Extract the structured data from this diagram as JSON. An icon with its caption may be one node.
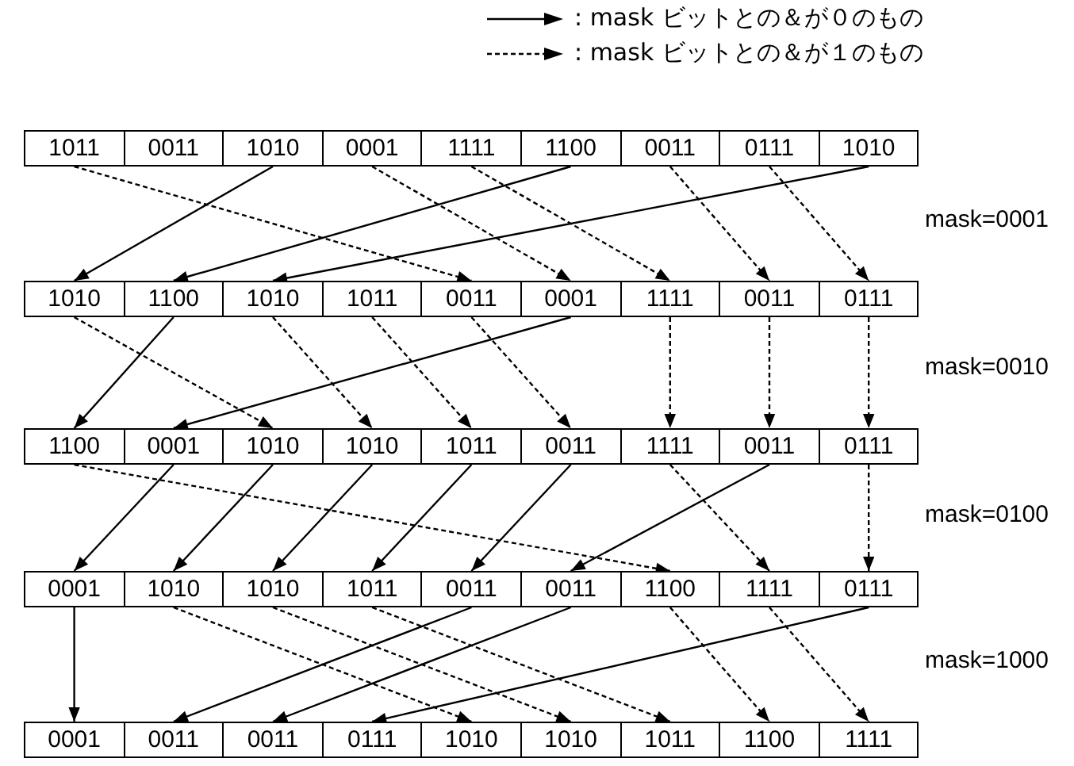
{
  "diagram": {
    "nodes": [
      {
        "text": [
          "1011"
        ]
      },
      {
        "text": [
          "0011"
        ]
      },
      {
        "text": [
          "1010"
        ]
      },
      {
        "text": [
          "0001"
        ]
      },
      {
        "text": [
          "1111"
        ]
      },
      {
        "text": [
          "1100"
        ]
      },
      {
        "text": [
          "0011"
        ]
      },
      {
        "text": [
          "0111"
        ]
      },
      {
        "text": [
          "1010"
        ]
      },
      {
        "text": [
          "1010"
        ]
      },
      {
        "text": [
          "1100"
        ]
      },
      {
        "text": [
          "1010"
        ]
      },
      {
        "text": [
          "1011"
        ]
      },
      {
        "text": [
          "0011"
        ]
      },
      {
        "text": [
          "0001"
        ]
      },
      {
        "text": [
          "1111"
        ]
      },
      {
        "text": [
          "0011"
        ]
      },
      {
        "text": [
          "0111"
        ]
      },
      {
        "text": [
          "1100"
        ]
      },
      {
        "text": [
          "0001"
        ]
      },
      {
        "text": [
          "1010"
        ]
      },
      {
        "text": [
          "1010"
        ]
      },
      {
        "text": [
          "1011"
        ]
      },
      {
        "text": [
          "0011"
        ]
      },
      {
        "text": [
          "1111"
        ]
      },
      {
        "text": [
          "0011"
        ]
      },
      {
        "text": [
          "0111"
        ]
      },
      {
        "text": [
          "0001"
        ]
      },
      {
        "text": [
          "1010"
        ]
      },
      {
        "text": [
          "1010"
        ]
      },
      {
        "text": [
          "1011"
        ]
      },
      {
        "text": [
          "0011"
        ]
      },
      {
        "text": [
          "0011"
        ]
      },
      {
        "text": [
          "1100"
        ]
      },
      {
        "text": [
          "1111"
        ]
      },
      {
        "text": [
          "0111"
        ]
      },
      {
        "text": [
          "0001"
        ]
      },
      {
        "text": [
          "0011"
        ]
      },
      {
        "text": [
          "0011"
        ]
      },
      {
        "text": [
          "0111"
        ]
      },
      {
        "text": [
          "1010"
        ]
      },
      {
        "text": [
          "1010"
        ]
      },
      {
        "text": [
          "1011"
        ]
      },
      {
        "text": [
          "1100"
        ]
      },
      {
        "text": [
          "1111"
        ]
      }
    ],
    "edges": [
      {
        "from": 0,
        "to": 13,
        "arrow": "to",
        "style": "dashed"
      },
      {
        "from": 2,
        "to": 9,
        "arrow": "to"
      },
      {
        "from": 3,
        "to": 14,
        "arrow": "to",
        "style": "dashed"
      },
      {
        "from": 4,
        "to": 15,
        "arrow": "to",
        "style": "dashed"
      },
      {
        "from": 5,
        "to": 10,
        "arrow": "to"
      },
      {
        "from": 6,
        "to": 16,
        "arrow": "to",
        "style": "dashed"
      },
      {
        "from": 7,
        "to": 17,
        "arrow": "to",
        "style": "dashed"
      },
      {
        "from": 8,
        "to": 11,
        "arrow": "to"
      },
      {
        "from": 9,
        "to": 20,
        "arrow": "to",
        "style": "dashed"
      },
      {
        "from": 10,
        "to": 18,
        "arrow": "to"
      },
      {
        "from": 11,
        "to": 21,
        "arrow": "to",
        "style": "dashed"
      },
      {
        "from": 12,
        "to": 22,
        "arrow": "to",
        "style": "dashed"
      },
      {
        "from": 13,
        "to": 23,
        "arrow": "to",
        "style": "dashed"
      },
      {
        "from": 14,
        "to": 19,
        "arrow": "to"
      },
      {
        "from": 15,
        "to": 24,
        "arrow": "to",
        "style": "dashed"
      },
      {
        "from": 16,
        "to": 25,
        "arrow": "to",
        "style": "dashed"
      },
      {
        "from": 17,
        "to": 26,
        "arrow": "to",
        "style": "dashed"
      },
      {
        "from": 18,
        "to": 33,
        "arrow": "to",
        "style": "dashed"
      },
      {
        "from": 19,
        "to": 27,
        "arrow": "to"
      },
      {
        "from": 20,
        "to": 28,
        "arrow": "to"
      },
      {
        "from": 21,
        "to": 29,
        "arrow": "to"
      },
      {
        "from": 22,
        "to": 30,
        "arrow": "to"
      },
      {
        "from": 23,
        "to": 31,
        "arrow": "to"
      },
      {
        "from": 24,
        "to": 34,
        "arrow": "to",
        "style": "dashed"
      },
      {
        "from": 25,
        "to": 32,
        "arrow": "to"
      },
      {
        "from": 26,
        "to": 35,
        "arrow": "to",
        "style": "dashed"
      },
      {
        "from": 27,
        "to": 36,
        "arrow": "to"
      },
      {
        "from": 28,
        "to": 40,
        "arrow": "to",
        "style": "dashed"
      },
      {
        "from": 29,
        "to": 41,
        "arrow": "to",
        "style": "dashed"
      },
      {
        "from": 30,
        "to": 42,
        "arrow": "to",
        "style": "dashed"
      },
      {
        "from": 31,
        "to": 37,
        "arrow": "to"
      },
      {
        "from": 32,
        "to": 38,
        "arrow": "to"
      },
      {
        "from": 33,
        "to": 43,
        "arrow": "to",
        "style": "dashed"
      },
      {
        "from": 34,
        "to": 44,
        "arrow": "to",
        "style": "dashed"
      },
      {
        "from": 35,
        "to": 39,
        "arrow": "to"
      }
    ],
    "labels": [
      "mask=0001",
      "mask=0010",
      "mask=0100",
      "mask=1000"
    ],
    "legend": [
      {
        "text": ": mask ビットとの＆が０のもの"
      },
      {
        "text": ": mask ビットとの＆が１のもの"
      }
    ]
  }
}
